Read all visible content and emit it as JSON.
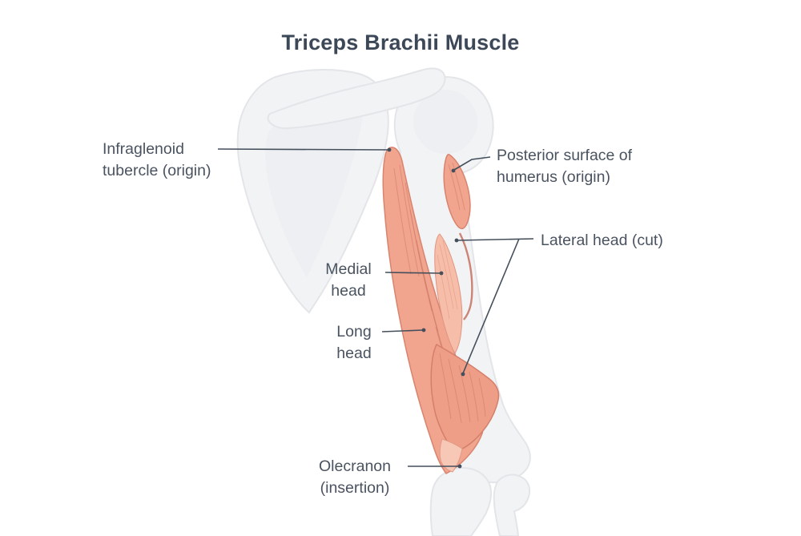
{
  "title": "Triceps Brachii Muscle",
  "labels": {
    "infraglenoid_tubercle": "Infraglenoid tubercle (origin)",
    "posterior_surface": "Posterior surface of humerus (origin)",
    "lateral_head": "Lateral head (cut)",
    "medial_head": "Medial head",
    "long_head": "Long head",
    "olecranon": "Olecranon (insertion)"
  },
  "colors": {
    "background": "#FFFFFF",
    "title_text": "#3C4858",
    "label_text": "#4A5360",
    "leader_line": "#454F5C",
    "muscle_main": "#F1A48E",
    "muscle_dark": "#D8846F",
    "muscle_light": "#F6BDA9",
    "muscle_tendon": "#F7C8B6",
    "muscle_striation": "#CE7A66",
    "bone_fill": "#F2F3F5",
    "bone_stroke": "#E3E5E9"
  }
}
